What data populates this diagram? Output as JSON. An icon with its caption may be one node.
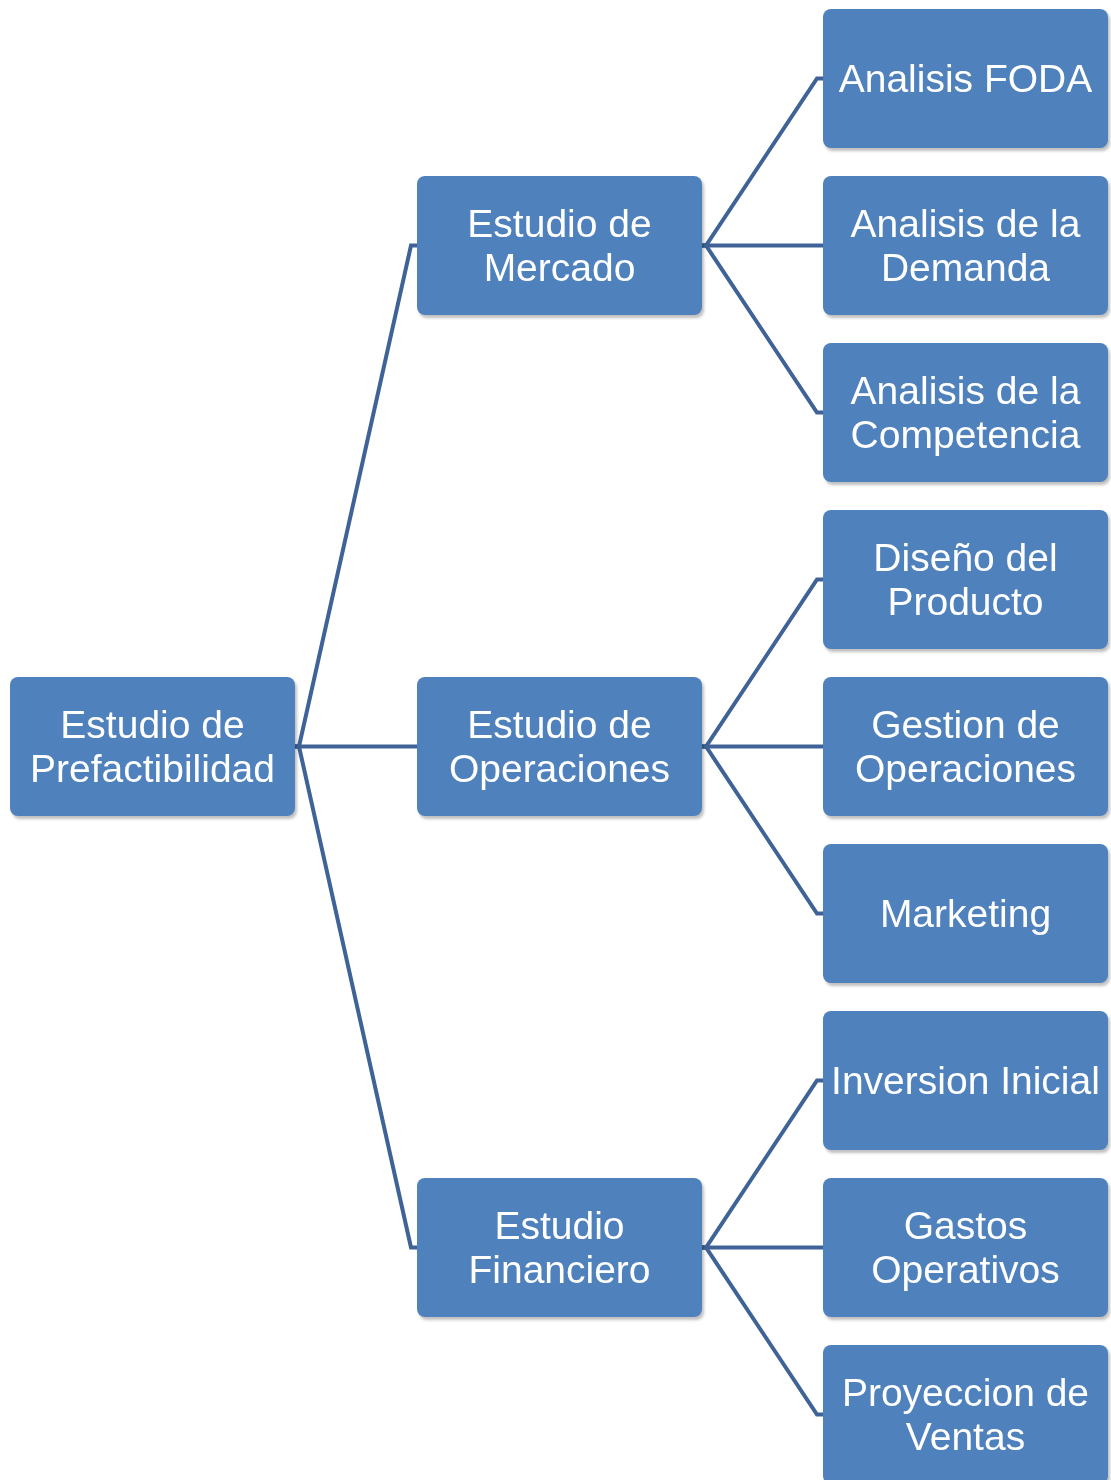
{
  "diagram": {
    "nodes": [
      {
        "text": [
          "Estudio de Prefactibilidad"
        ]
      },
      {
        "text": [
          "Estudio de Mercado"
        ]
      },
      {
        "text": [
          "Estudio de Operaciones"
        ]
      },
      {
        "text": [
          "Estudio Financiero"
        ]
      },
      {
        "text": [
          "Analisis FODA"
        ]
      },
      {
        "text": [
          "Analisis de la Demanda"
        ]
      },
      {
        "text": [
          "Analisis de la Competencia"
        ]
      },
      {
        "text": [
          "Diseño del Producto"
        ]
      },
      {
        "text": [
          "Gestion de Operaciones"
        ]
      },
      {
        "text": [
          "Marketing"
        ]
      },
      {
        "text": [
          "Inversion Inicial"
        ]
      },
      {
        "text": [
          "Gastos Operativos"
        ]
      },
      {
        "text": [
          "Proyeccion de Ventas"
        ]
      }
    ],
    "edges": [
      {
        "from": 0,
        "to": 1,
        "arrow": "none"
      },
      {
        "from": 0,
        "to": 2,
        "arrow": "none"
      },
      {
        "from": 0,
        "to": 3,
        "arrow": "none"
      },
      {
        "from": 1,
        "to": 4,
        "arrow": "none"
      },
      {
        "from": 1,
        "to": 5,
        "arrow": "none"
      },
      {
        "from": 1,
        "to": 6,
        "arrow": "none"
      },
      {
        "from": 2,
        "to": 7,
        "arrow": "none"
      },
      {
        "from": 2,
        "to": 8,
        "arrow": "none"
      },
      {
        "from": 2,
        "to": 9,
        "arrow": "none"
      },
      {
        "from": 3,
        "to": 10,
        "arrow": "none"
      },
      {
        "from": 3,
        "to": 11,
        "arrow": "none"
      },
      {
        "from": 3,
        "to": 12,
        "arrow": "none"
      }
    ]
  }
}
